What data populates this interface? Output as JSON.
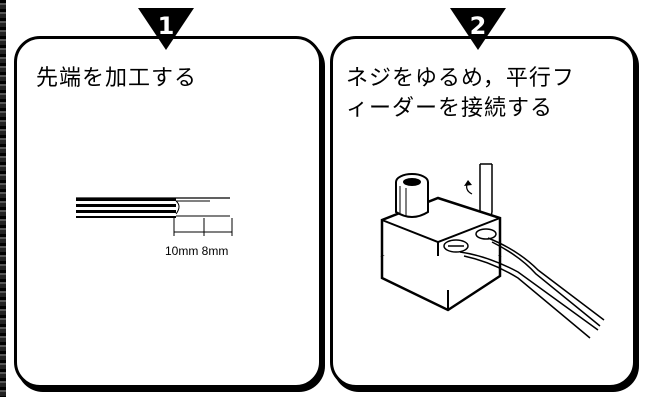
{
  "steps": [
    {
      "number": "1",
      "instruction": "先端を加工する"
    },
    {
      "number": "2",
      "instruction": "ネジをゆるめ，平行フ\nィーダーを接続する"
    }
  ],
  "dimensions": {
    "label": "10mm 8mm"
  }
}
